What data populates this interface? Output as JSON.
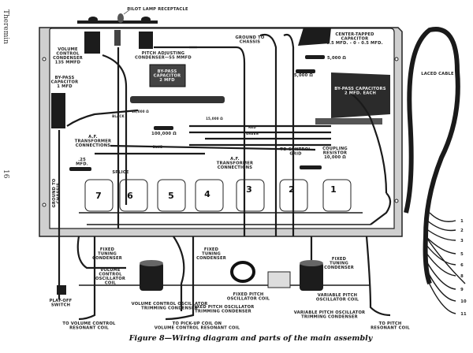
{
  "page": {
    "running_head": "Theremin",
    "page_number": "16"
  },
  "caption": "Figure 8—Wiring diagram and parts of the main assembly",
  "labels": {
    "pilot_lamp": "PILOT LAMP RECEPTACLE",
    "volume_condenser": [
      "VOLUME",
      "CONTROL",
      "CONDENSER",
      "135 MMFD"
    ],
    "pitch_condenser": [
      "PITCH ADJUSTING",
      "CONDENSER—55 MMFD"
    ],
    "bypass_1mfd": [
      "BY-PASS",
      "CAPACITOR",
      "1 MFD"
    ],
    "bypass_2mfd": [
      "BY-PASS",
      "CAPACITOR",
      "2 MFD"
    ],
    "ground_chassis_top": [
      "GROUND TO",
      "CHASSIS"
    ],
    "center_tapped": [
      "CENTER-TAPPED",
      "CAPACITOR",
      "0.5 MFD. - 0 - 0.5 MFD."
    ],
    "res_5000_a": "5,000 Ω",
    "res_5000_b": "5,000 Ω",
    "bypass_2mfd_each": [
      "BY-PASS CAPACITORS",
      "2 MFD. EACH"
    ],
    "laced_cable": "LACED CABLE",
    "res_10000": "10,000 Ω",
    "res_100000": "100,000 Ω",
    "res_15000": "15,000 Ω",
    "af_transformer_left": [
      "A.F.",
      "TRANSFORMER",
      "CONNECTIONS"
    ],
    "af_transformer_right": [
      "A.F.",
      "TRANSFORMER",
      "CONNECTIONS"
    ],
    "cap_25": [
      ".25",
      "MFD."
    ],
    "splice": "SPLICE",
    "ground_chassis_left": [
      "GROUND TO",
      "CHASSIS"
    ],
    "control_grid": [
      "TO CONTROL",
      "GRID"
    ],
    "coupling_resistor": [
      "COUPLING",
      "RESISTOR",
      "10,000 Ω"
    ],
    "fixed_tuning_1": [
      "FIXED",
      "TUNING",
      "CONDENSER"
    ],
    "fixed_tuning_2": [
      "FIXED",
      "TUNING",
      "CONDENSER"
    ],
    "fixed_tuning_3": [
      "FIXED",
      "TUNING",
      "CONDENSER"
    ],
    "volume_osc_coil": [
      "VOLUME",
      "CONTROL",
      "OSCILLATOR",
      "COIL"
    ],
    "play_off_switch": [
      "PLAY-OFF",
      "SWITCH"
    ],
    "volume_trimming": [
      "VOLUME CONTROL OSCILLATOR",
      "TRIMMING CONDENSER"
    ],
    "fixed_pitch_coil": [
      "FIXED PITCH",
      "OSCILLATOR COIL"
    ],
    "fixed_pitch_trimming": [
      "FIXED PITCH OSCILLATOR",
      "TRIMMING CONDENSER"
    ],
    "variable_pitch_coil": [
      "VARIABLE PITCH",
      "OSCILLATOR COIL"
    ],
    "variable_pitch_trimming": [
      "VARIABLE PITCH OSCILLATOR",
      "TRIMMING CONDENSER"
    ],
    "to_volume_resonant": [
      "TO VOLUME CONTROL",
      "RESONANT COIL"
    ],
    "to_pickup": [
      "TO PICK-UP COIL ON",
      "VOLUME CONTROL RESONANT COIL"
    ],
    "to_pitch_resonant": [
      "TO PITCH",
      "RESONANT COIL"
    ]
  },
  "wire_colors": [
    "BLACK",
    "BLUE",
    "GREEN",
    "RED"
  ],
  "tube_sockets": [
    "7",
    "6",
    "5",
    "4",
    "3",
    "2",
    "1"
  ],
  "cable_leads": [
    "1",
    "2",
    "3",
    "5",
    "6",
    "8",
    "9",
    "10",
    "11"
  ]
}
